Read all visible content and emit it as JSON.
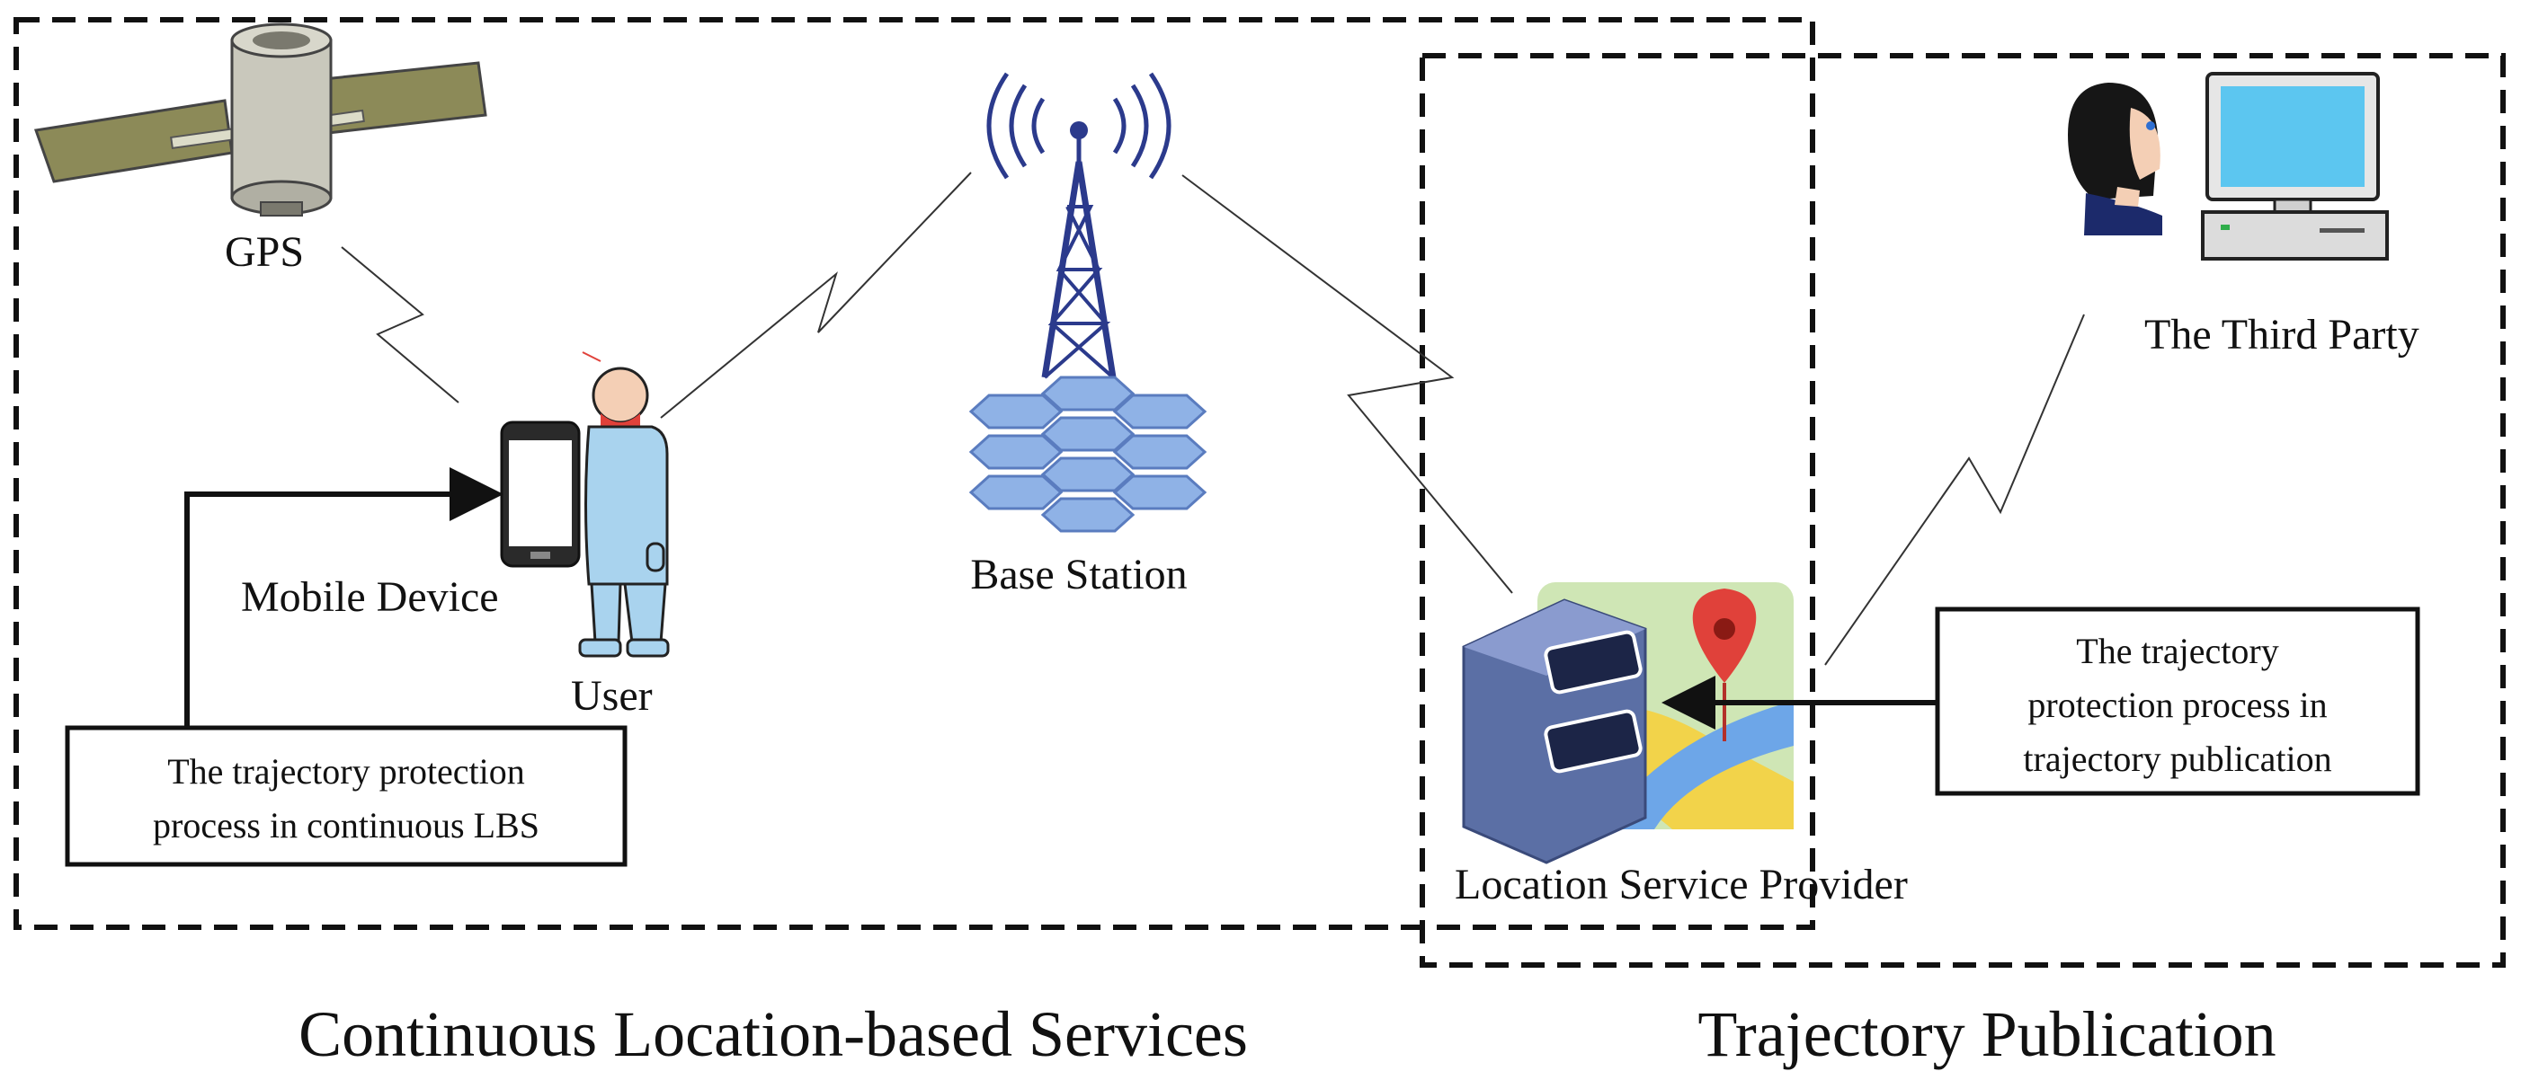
{
  "regions": {
    "continuous_lbs_caption": "Continuous Location-based Services",
    "trajectory_publication_caption": "Trajectory Publication"
  },
  "nodes": {
    "gps": "GPS",
    "mobile_device": "Mobile Device",
    "user": "User",
    "base_station": "Base Station",
    "location_service_provider": "Location Service Provider",
    "third_party": "The Third Party"
  },
  "process_boxes": {
    "continuous_lbs": [
      "The trajectory protection",
      "process in continuous LBS"
    ],
    "trajectory_publication": [
      "The trajectory",
      "protection process in",
      "trajectory publication"
    ]
  },
  "colors": {
    "border": "#111111",
    "tower": "#2b3a8c",
    "hex_cell": "#8fb2e6",
    "user_body": "#a9d3ee",
    "server": "#5b6fa5",
    "map_pin": "#e0413a",
    "screen": "#5cc6f0"
  }
}
